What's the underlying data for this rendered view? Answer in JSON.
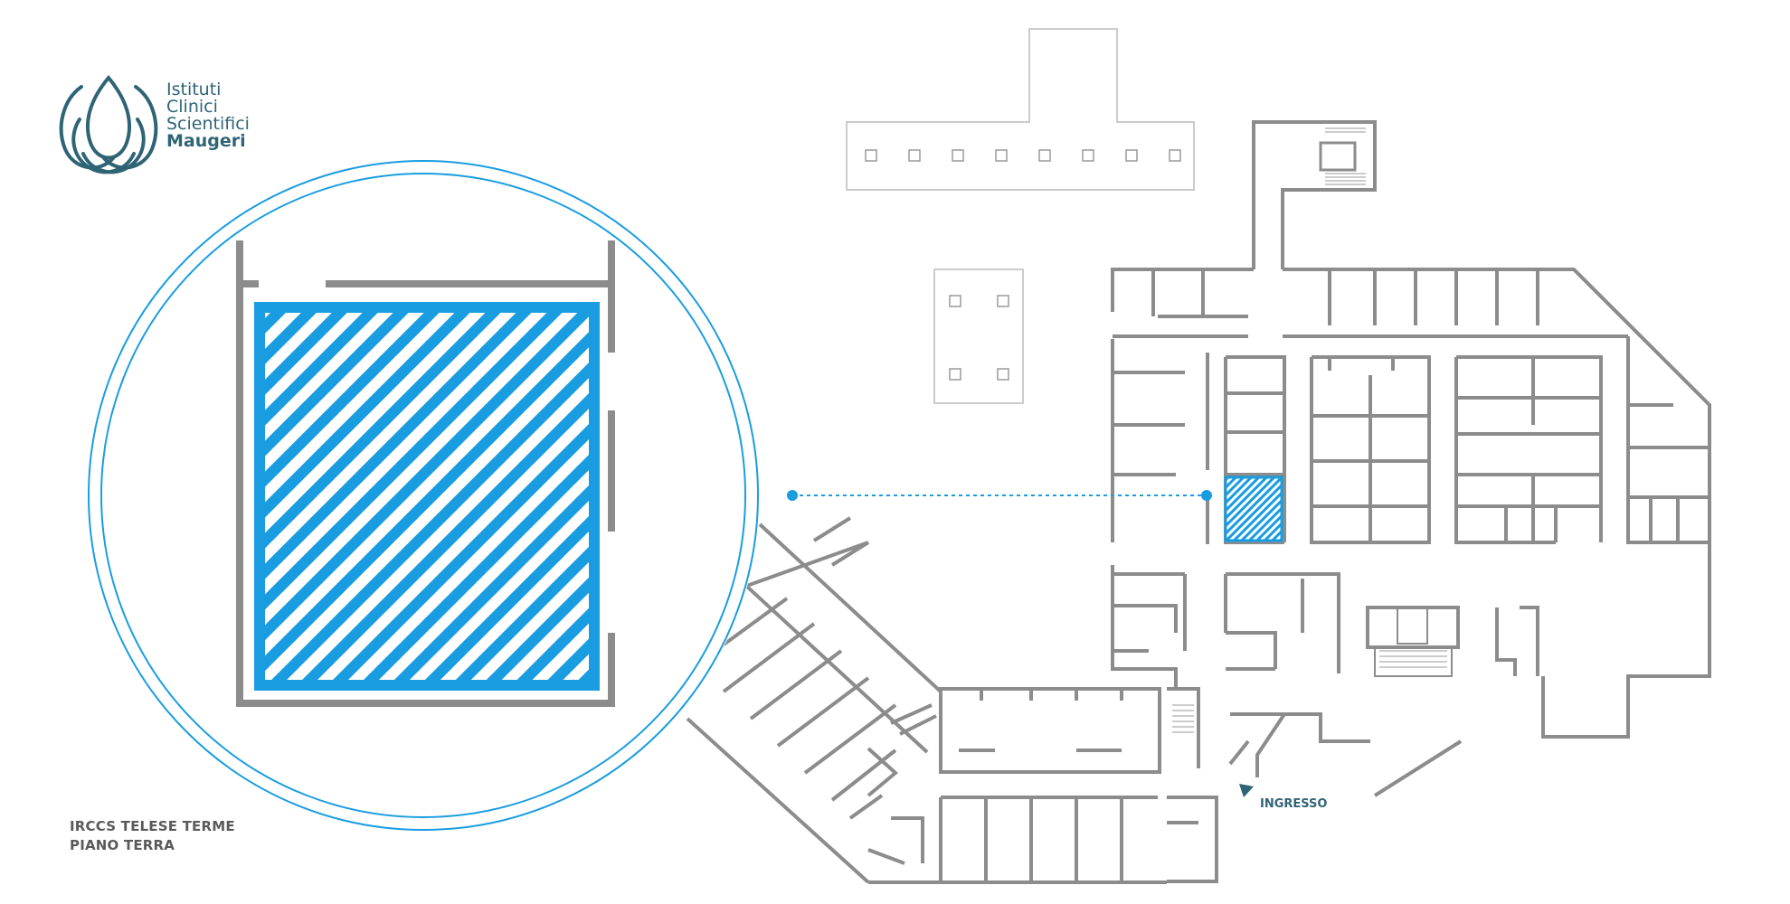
{
  "brand": {
    "line1": "Istituti",
    "line2": "Clinici",
    "line3": "Scientifici",
    "line4": "Maugeri",
    "logo_icon": "lotus-drop-icon"
  },
  "location": {
    "facility": "IRCCS TELESE TERME",
    "floor": "PIANO TERRA"
  },
  "entrance": {
    "label": "INGRESSO",
    "icon": "arrow-marker-icon"
  },
  "colors": {
    "brand": "#2f6475",
    "wall": "#8c8c8c",
    "highlight": "#1a9de0",
    "background": "#ffffff"
  },
  "highlighted_room": {
    "pattern": "diagonal-stripes",
    "shown_in_magnifier": true
  }
}
